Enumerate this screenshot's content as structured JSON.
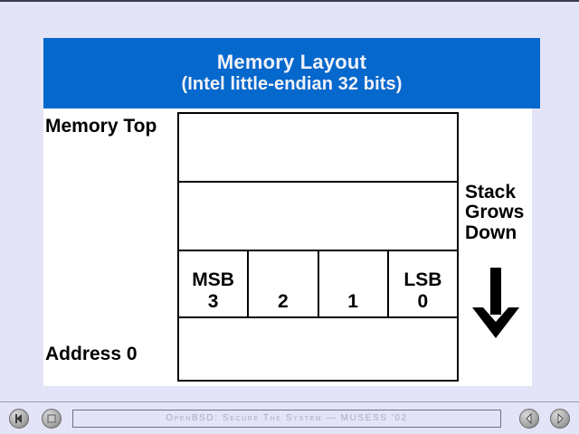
{
  "slide": {
    "title_line1": "Memory Layout",
    "title_line2": "(Intel little-endian 32 bits)",
    "banner_color": "#0568cc",
    "banner_text_color": "#f2f2f8",
    "background_color": "#ffffff",
    "page_background_color": "#e4e4f8"
  },
  "labels": {
    "memory_top": "Memory Top",
    "address_zero": "Address 0"
  },
  "annotation": {
    "stack_line1": "Stack",
    "stack_line2": "Grows",
    "stack_line3": "Down",
    "arrow_direction": "down"
  },
  "memory_table": {
    "rows": [
      {
        "kind": "empty"
      },
      {
        "kind": "empty"
      },
      {
        "kind": "bytes",
        "cells": [
          {
            "tag": "MSB",
            "num": "3"
          },
          {
            "tag": "",
            "num": "2"
          },
          {
            "tag": "",
            "num": "1"
          },
          {
            "tag": "LSB",
            "num": "0"
          }
        ]
      },
      {
        "kind": "empty"
      }
    ]
  },
  "toolbar": {
    "status_text": "OpenBSD: Secure The System — MUSESS '02",
    "buttons": [
      {
        "name": "first-slide",
        "icon": "rewind-icon"
      },
      {
        "name": "stop",
        "icon": "stop-square-icon"
      },
      {
        "name": "previous-slide",
        "icon": "triangle-left-icon"
      },
      {
        "name": "next-slide",
        "icon": "triangle-right-icon"
      }
    ]
  }
}
